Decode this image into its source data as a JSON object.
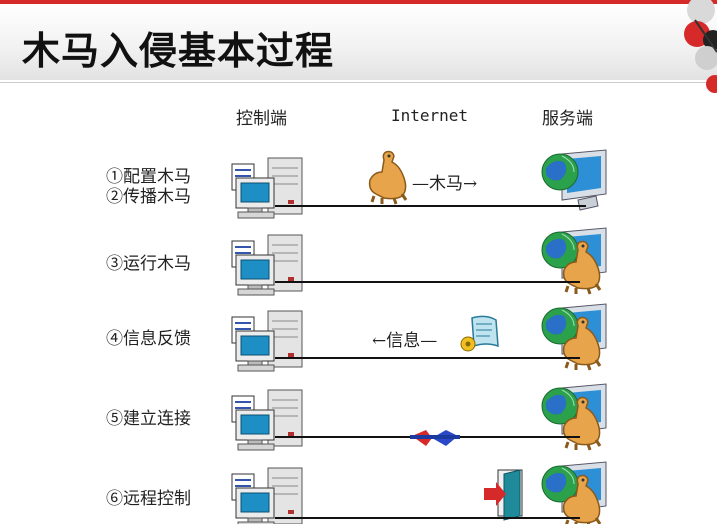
{
  "slide": {
    "title": "木马入侵基本过程"
  },
  "columns": {
    "client": "控制端",
    "internet": "Internet",
    "server": "服务端"
  },
  "steps": [
    {
      "label": "①配置木马"
    },
    {
      "label": "②传播木马"
    },
    {
      "label": "③运行木马"
    },
    {
      "label": "④信息反馈"
    },
    {
      "label": "⑤建立连接"
    },
    {
      "label": "⑥远程控制"
    }
  ],
  "arrows": {
    "trojan": "—木马→",
    "info": "←信息—"
  },
  "colors": {
    "accent": "#d62a2a",
    "line": "#111111"
  }
}
